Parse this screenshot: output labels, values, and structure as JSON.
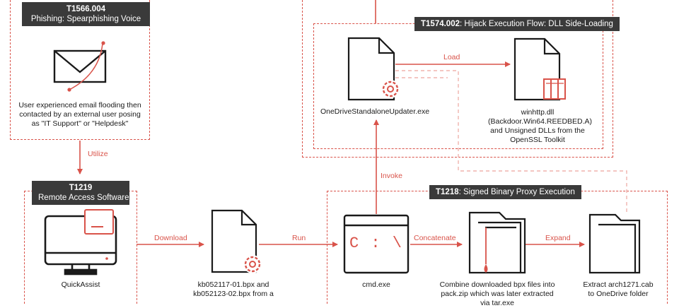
{
  "phishing": {
    "id": "T1566.004",
    "name": "Phishing: Spearphishing Voice",
    "desc": "User experienced email flooding then contacted by an external user posing as \"IT Support\" or \"Helpdesk\""
  },
  "remote": {
    "id": "T1219",
    "name": "Remote Access Software",
    "tool": "QuickAssist"
  },
  "hijack": {
    "id": "T1574.002",
    "name": "Hijack Execution Flow: DLL Side-Loading",
    "exe": "OneDriveStandaloneUpdater.exe",
    "dll": "winhttp.dll (Backdoor.Win64.REEDBED.A) and Unsigned DLLs from the OpenSSL Toolkit"
  },
  "proxy": {
    "id": "T1218",
    "name": "Signed Binary Proxy Execution",
    "cmd": "cmd.exe",
    "cmd_glyph": "C : \\",
    "combine": "Combine downloaded bpx files into pack.zip which was later extracted via tar.exe",
    "extract": "Extract arch1271.cab to OneDrive folder"
  },
  "files": {
    "bpx": "kb052117-01.bpx and kb052123-02.bpx from a"
  },
  "edges": {
    "utilize": "Utilize",
    "download": "Download",
    "run": "Run",
    "concatenate": "Concatenate",
    "expand": "Expand",
    "invoke": "Invoke",
    "load": "Load"
  },
  "colors": {
    "accent": "#d9534a",
    "ink": "#1a1a1a",
    "tag_bg": "#3a3a3a"
  }
}
